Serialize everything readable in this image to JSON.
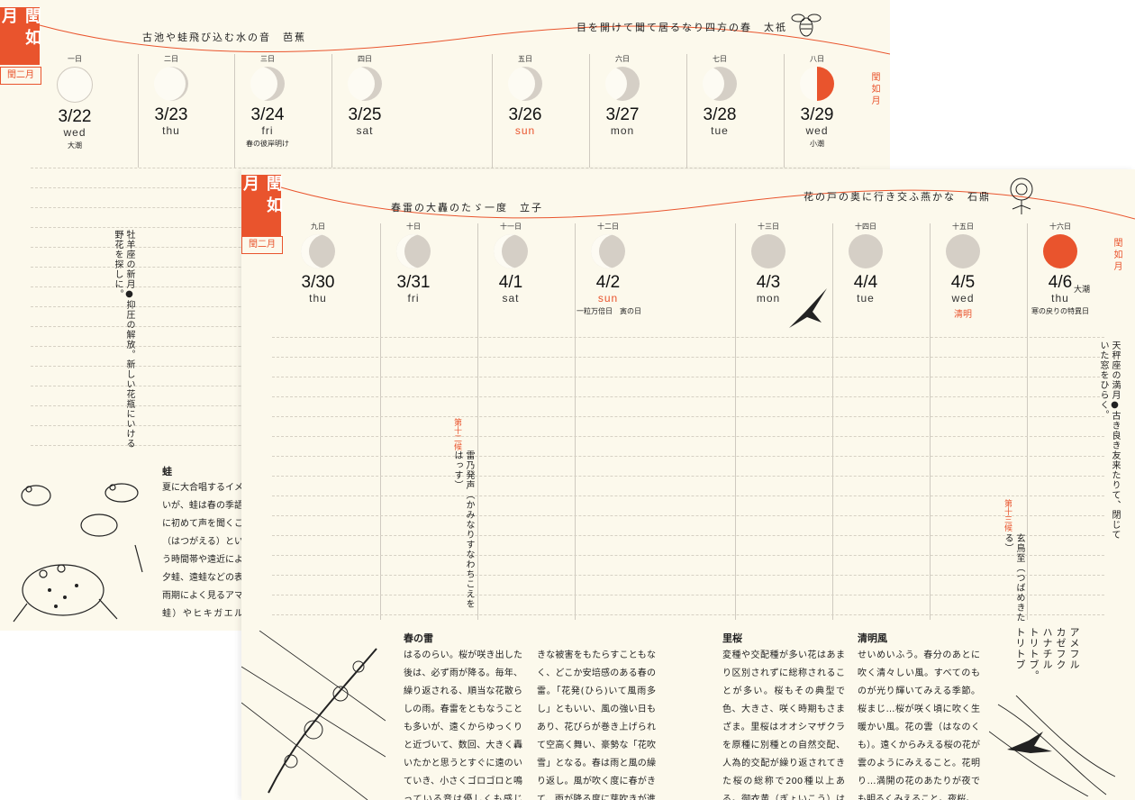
{
  "colors": {
    "accent": "#e9542d",
    "paper": "#fcf9ec",
    "moon": "#d5cfc6"
  },
  "back": {
    "month": "閏如月",
    "month_sub": "閏二月",
    "side_tab": "閏如月",
    "haiku_left": "古池や蛙飛び込む水の音　芭蕉",
    "haiku_right": "目を開けて聞て居るなり四方の春　太祇",
    "days": [
      {
        "kanji": "一日",
        "date": "3/22",
        "dow": "wed",
        "note": "大潮",
        "red": false,
        "phase": "new"
      },
      {
        "kanji": "二日",
        "date": "3/23",
        "dow": "thu",
        "note": "",
        "red": false,
        "phase": "thin"
      },
      {
        "kanji": "三日",
        "date": "3/24",
        "dow": "fri",
        "note": "春の彼岸明け",
        "red": false,
        "phase": "crescent"
      },
      {
        "kanji": "四日",
        "date": "3/25",
        "dow": "sat",
        "note": "",
        "red": false,
        "phase": "crescent"
      },
      {
        "kanji": "五日",
        "date": "3/26",
        "dow": "sun",
        "note": "",
        "red": true,
        "phase": "crescent"
      },
      {
        "kanji": "六日",
        "date": "3/27",
        "dow": "mon",
        "note": "",
        "red": false,
        "phase": "half"
      },
      {
        "kanji": "七日",
        "date": "3/28",
        "dow": "tue",
        "note": "",
        "red": false,
        "phase": "half"
      },
      {
        "kanji": "八日",
        "date": "3/29",
        "dow": "wed",
        "note": "小潮",
        "red": false,
        "phase": "first"
      }
    ],
    "vertical_note": "牡羊座の新月●抑圧の解放。新しい花瓶にいける野花を探しに。",
    "frog_title": "蛙",
    "frog_body": "夏に大合唱するイメいが、蛙は春の季語に初めて声を聞くこ（はつがえる）という時間帯や遠近によ夕蛙、遠蛙などの表雨期によく見るアマ蛙）やヒキガエル（しい声で涼しげに鳴"
  },
  "front": {
    "month": "閏如月",
    "month_sub": "閏二月",
    "side_tab": "閏如月",
    "haiku_left": "春雷の大轟のたゞ一度　立子",
    "haiku_right": "花の戸の奥に行き交ふ燕かな　石鼎",
    "days": [
      {
        "kanji": "九日",
        "date": "3/30",
        "dow": "thu",
        "note": "",
        "red": false,
        "phase": "gibbous"
      },
      {
        "kanji": "十日",
        "date": "3/31",
        "dow": "fri",
        "note": "",
        "red": false,
        "phase": "gibbous"
      },
      {
        "kanji": "十一日",
        "date": "4/1",
        "dow": "sat",
        "note": "",
        "red": false,
        "phase": "gibbous"
      },
      {
        "kanji": "十二日",
        "date": "4/2",
        "dow": "sun",
        "note": "一粒万倍日　寅の日",
        "red": true,
        "phase": "gibbous"
      },
      {
        "kanji": "十三日",
        "date": "4/3",
        "dow": "mon",
        "note": "",
        "red": false,
        "phase": "full-gray"
      },
      {
        "kanji": "十四日",
        "date": "4/4",
        "dow": "tue",
        "note": "",
        "red": false,
        "phase": "full-gray"
      },
      {
        "kanji": "十五日",
        "date": "4/5",
        "dow": "wed",
        "note": "清明",
        "red": false,
        "phase": "full-gray"
      },
      {
        "kanji": "十六日",
        "date": "4/6",
        "dow": "thu",
        "note": "寒の戻りの特異日",
        "red": false,
        "phase": "full-red",
        "note2": "大潮"
      }
    ],
    "kou1_label": "第十二候",
    "kou1_text": "雷乃発声（かみなりすなわちこえをはっす）",
    "kou2_label": "第十三候",
    "kou2_text": "玄鳥至（つばめきたる）",
    "vertical_note": "天秤座の満月●古き良き友来たりて、閉じていた窓をひらく。",
    "spring_thunder_title": "春の雷",
    "spring_thunder_body1": "はるのらい。桜が咲き出した後は、必ず雨が降る。毎年、繰り返される、順当な花散らしの雨。春雷をともなうことも多いが、遠くからゆっくりと近づいて、数回、大きく轟いたかと思うとすぐに遠のいていき、小さくゴロゴロと鳴っている音は優しくも感じる。大",
    "spring_thunder_body2": "きな被害をもたらすこともなく、どこか安培感のある春の雷。「花発(ひら)いて風雨多し」ともいい、風の強い日もあり、花びらが巻き上げられて空高く舞い、豪勢な「花吹雪」となる。春は雨と風の繰り返し。風が吹く度に春がきて、雨が降る度に芽吹きが進む。",
    "satozakura_title": "里桜",
    "satozakura_body": "変種や交配種が多い花はあまり区別されずに総称されることが多い。桜もその典型で色、大きさ、咲く時期もさまざま。里桜はオオシマザクラを原種に別種との自然交配、人為的交配が繰り返されてきた桜の総称で200種以上ある。御衣黄（ぎょいこう）は黄色の桜。",
    "seimeifu_title": "清明風",
    "seimeifu_body": "せいめいふう。春分のあとに吹く清々しい風。すべてのものが光り輝いてみえる季節。桜まじ…桜が咲く頃に吹く生暖かい風。花の雲（はなのくも）。遠くからみえる桜の花が雲のようにみえること。花明り…満開の花のあたりが夜でも明るくみえること。夜桜。",
    "poem_lines": [
      "アメフル",
      "カゼフク",
      "ハナチル",
      "トリトブ。",
      "トリトブ"
    ]
  }
}
